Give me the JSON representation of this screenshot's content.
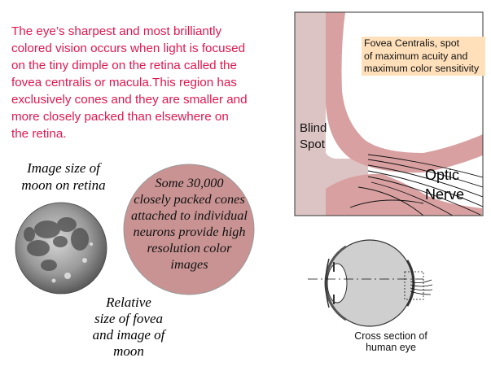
{
  "intro": {
    "lines": [
      "The eye’s sharpest and most brilliantly",
      "colored vision occurs when light is focused",
      "on the tiny dimple on the retina called the",
      "fovea centralis or macula.This region has",
      "exclusively cones and they are smaller and",
      "more closely packed than elsewhere on",
      "the retina."
    ]
  },
  "moon_label": {
    "lines": [
      "Image size of",
      "moon on retina"
    ]
  },
  "fovea_circle": {
    "lines": [
      "Some 30,000",
      "closely packed cones",
      "attached to individual",
      "neurons provide high",
      "resolution color",
      "images"
    ]
  },
  "relative_label": {
    "lines": [
      "Relative",
      "size of fovea",
      "and image of",
      "moon"
    ]
  },
  "retina_diagram": {
    "fovea_label": {
      "lines": [
        "Fovea Centralis, spot",
        "of maximum acuity and",
        "maximum color sensitivity"
      ]
    },
    "blind_spot_label": {
      "lines": [
        "Blind",
        "Spot"
      ]
    },
    "optic_nerve_label": {
      "lines": [
        "Optic",
        "Nerve"
      ]
    }
  },
  "eye_diagram": {
    "caption": {
      "lines": [
        "Cross section of",
        "human eye"
      ]
    }
  },
  "colors": {
    "intro_text": "#e0174f",
    "fovea_circle_fill": "#c99393",
    "retina_band": "#d8a0a0",
    "blind_spot_fill": "#ddc4c4",
    "label_bg": "#ffe0ba"
  }
}
